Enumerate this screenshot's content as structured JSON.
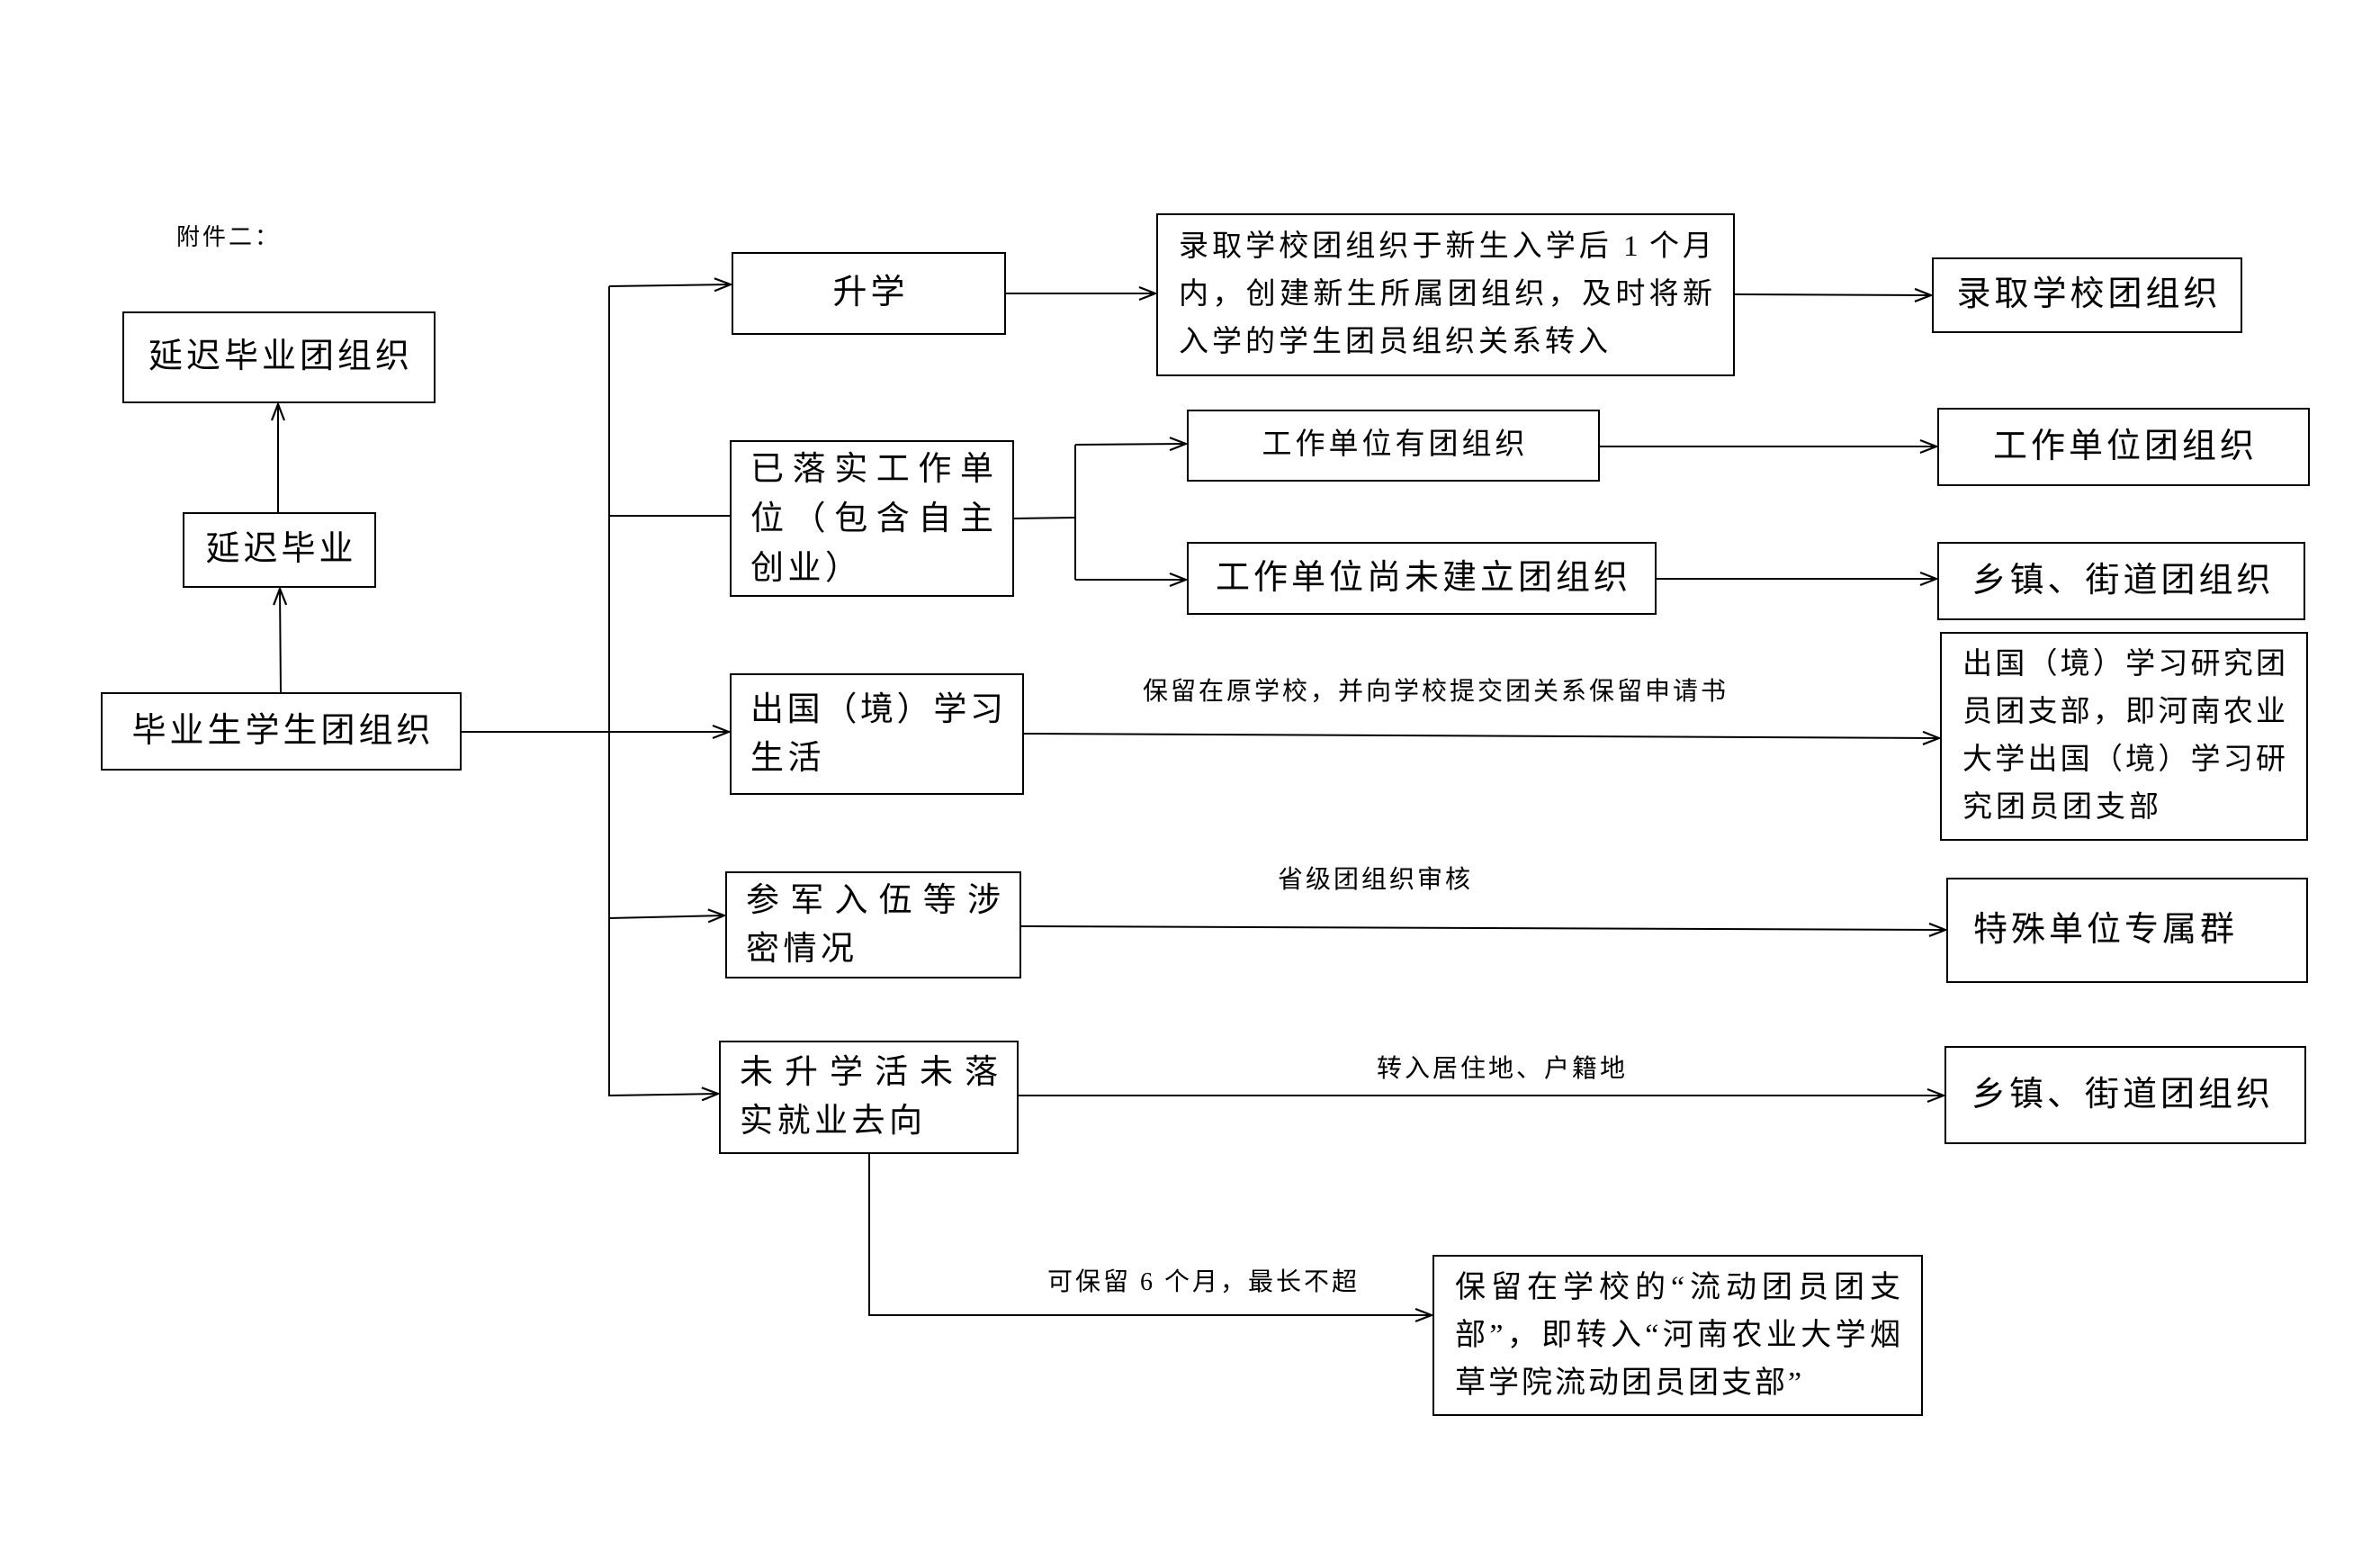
{
  "attachment_label": "附件二：",
  "nodes": {
    "delayed_org": "延迟毕业团组织",
    "delayed": "延迟毕业",
    "graduate_org": "毕业生学生团组织",
    "further_study": "升学",
    "employed": [
      "已落实工作单",
      "位（包含自主",
      "创业）"
    ],
    "abroad": [
      "出国（境）学习",
      "生活"
    ],
    "military": [
      "参军入伍等涉",
      "密情况"
    ],
    "undetermined": [
      "未升学活未落",
      "实就业去向"
    ],
    "admission_note": [
      "录取学校团组织于新生入学后 1 个月",
      "内，创建新生所属团组织，及时将新",
      "入学的学生团员组织关系转入"
    ],
    "admission_org": "录取学校团组织",
    "workplace_has_org": "工作单位有团组织",
    "workplace_no_org": "工作单位尚未建立团组织",
    "workplace_org": "工作单位团组织",
    "township_org_1": "乡镇、街道团组织",
    "abroad_branch": [
      "出国（境）学习研究团",
      "员团支部，即河南农业",
      "大学出国（境）学习研",
      "究团员团支部"
    ],
    "special_group": "特殊单位专属群",
    "township_org_2": "乡镇、街道团组织",
    "mobile_branch": [
      "保留在学校的“流动团员团支",
      "部”，即转入“河南农业大学烟",
      "草学院流动团员团支部”"
    ]
  },
  "edge_labels": {
    "abroad_retain": "保留在原学校，并向学校提交团关系保留申请书",
    "provincial_review": "省级团组织审核",
    "transfer_residence": "转入居住地、户籍地",
    "retain_six_months": "可保留 6 个月，最长不超"
  },
  "colors": {
    "line": "#000000",
    "background": "#ffffff"
  }
}
